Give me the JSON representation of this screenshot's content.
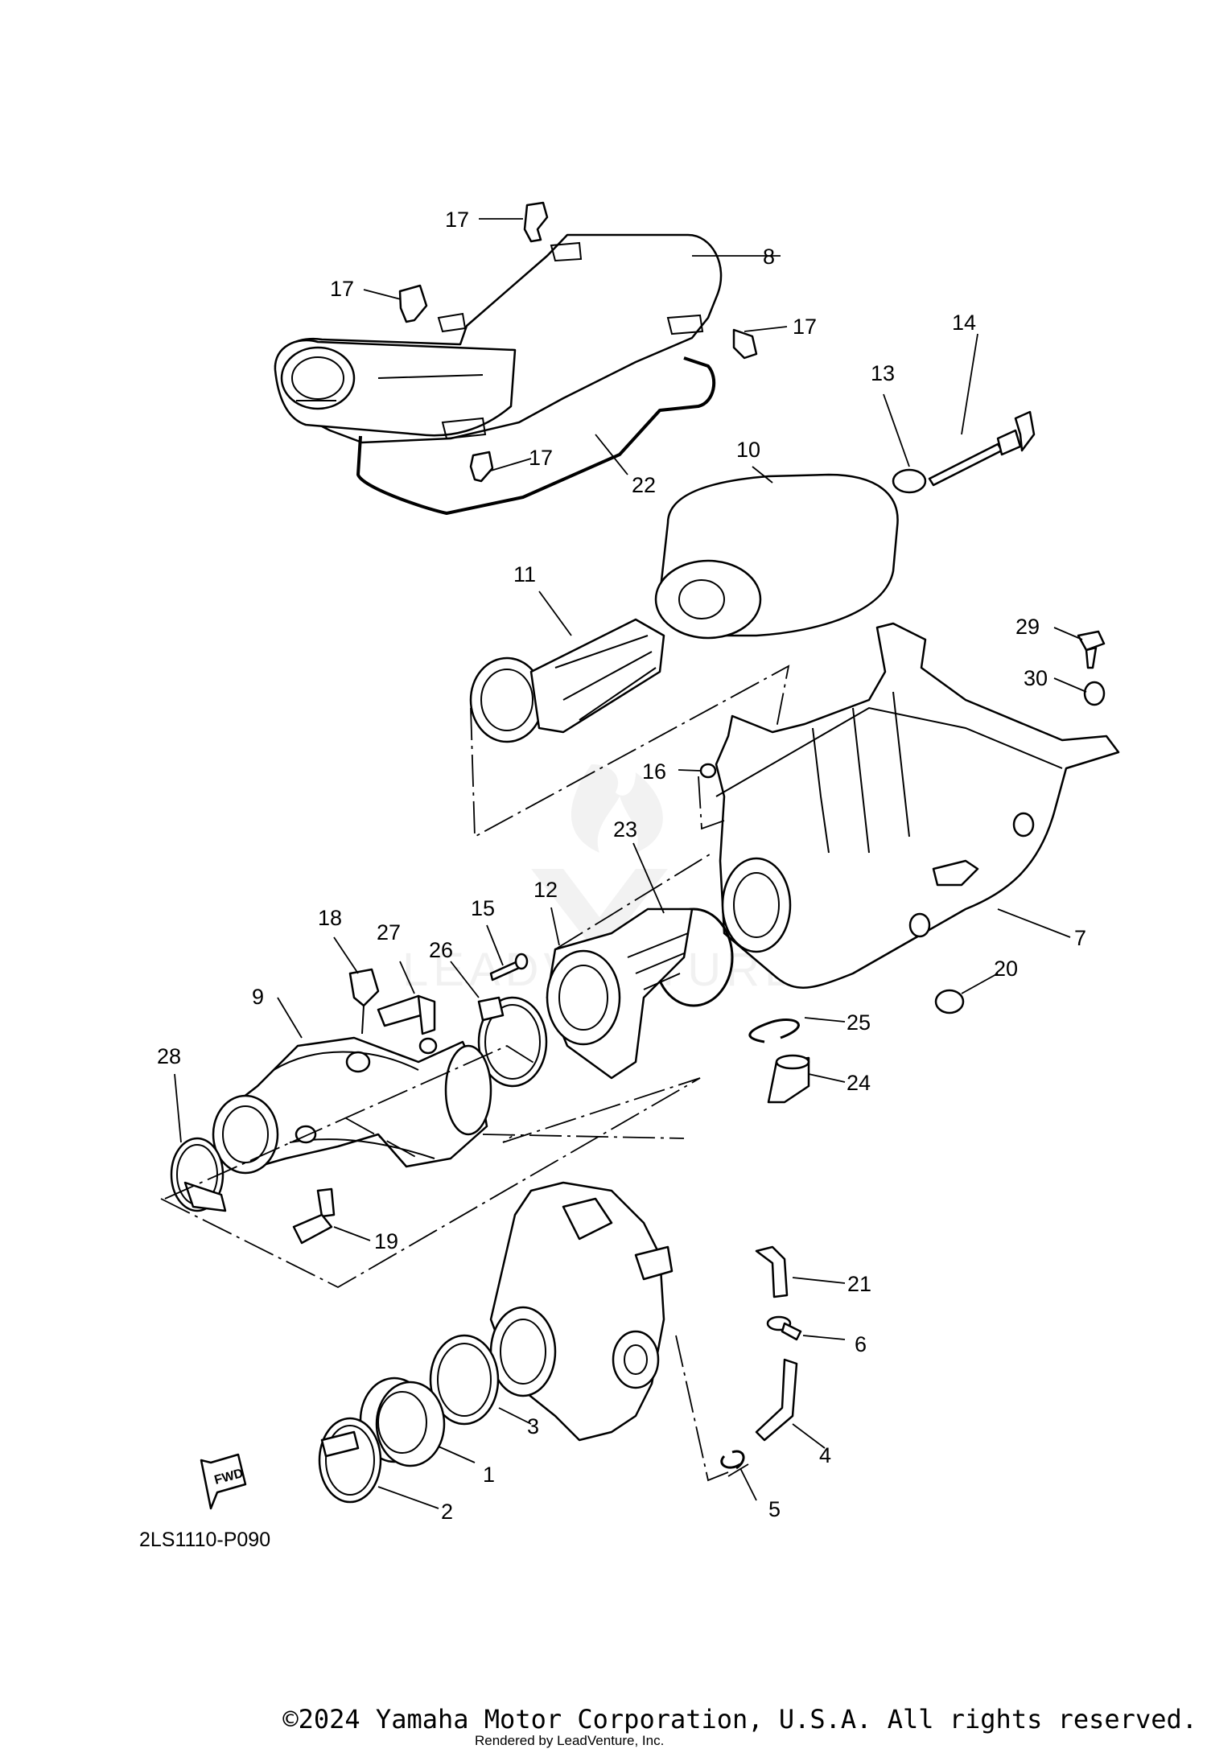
{
  "diagram": {
    "code": "2LS1110-P090",
    "direction_label": "FWD",
    "callouts": [
      "1",
      "2",
      "3",
      "4",
      "5",
      "6",
      "7",
      "8",
      "9",
      "10",
      "11",
      "12",
      "13",
      "14",
      "15",
      "16",
      "17",
      "17",
      "17",
      "17",
      "18",
      "19",
      "20",
      "21",
      "22",
      "23",
      "24",
      "25",
      "26",
      "27",
      "28",
      "29",
      "30"
    ],
    "watermark": "LEADVENTURE"
  },
  "footer": {
    "copyright": "©2024 Yamaha Motor Corporation, U.S.A. All rights reserved.",
    "rendered_by": "Rendered by LeadVenture, Inc."
  }
}
